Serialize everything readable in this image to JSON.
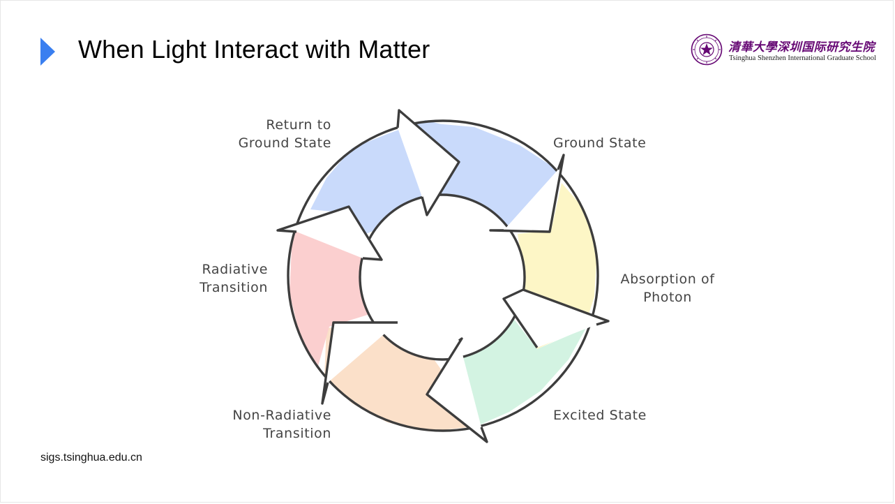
{
  "slide": {
    "title": "When Light Interact with Matter",
    "footer_url": "sigs.tsinghua.edu.cn"
  },
  "logo": {
    "chinese_name": "清華大學深圳国际研究生院",
    "english_name": "Tsinghua Shenzhen International Graduate School",
    "brand_color": "#660874"
  },
  "accent_color": "#3a7ff0",
  "cycle": {
    "labels": {
      "ground_state": "Ground State",
      "absorption_line1": "Absorption of",
      "absorption_line2": "Photon",
      "excited_state": "Excited State",
      "nonrad_line1": "Non-Radiative",
      "nonrad_line2": "Transition",
      "radiative_line1": "Radiative",
      "radiative_line2": "Transition",
      "return_line1": "Return to",
      "return_line2": "Ground State"
    },
    "segment_colors": {
      "blue": "#c9dafb",
      "yellow": "#fdf6c6",
      "green": "#d3f3e2",
      "peach": "#fbe0c9",
      "pink": "#fbcfcf"
    },
    "outline_color": "#3d3d3d"
  }
}
